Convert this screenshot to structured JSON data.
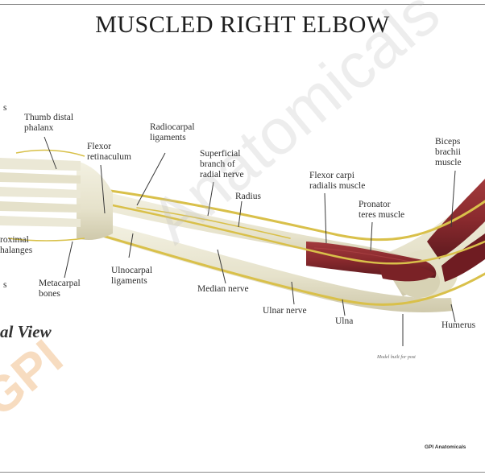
{
  "title": "MUSCLED RIGHT ELBOW",
  "view_label": "al View",
  "labels": {
    "top_left_fragment": [
      "s"
    ],
    "thumb_distal_phalanx": [
      "Thumb distal",
      "phalanx"
    ],
    "flexor_retinaculum": [
      "Flexor",
      "retinaculum"
    ],
    "radiocarpal_ligaments": [
      "Radiocarpal",
      "ligaments"
    ],
    "superficial_branch": [
      "Superficial",
      "branch of",
      "radial nerve"
    ],
    "radius": [
      "Radius"
    ],
    "flexor_carpi_radialis": [
      "Flexor carpi",
      "radialis muscle"
    ],
    "pronator_teres": [
      "Pronator",
      "teres muscle"
    ],
    "biceps_brachii": [
      "Biceps",
      "brachii",
      "muscle"
    ],
    "proximal_phalanges": [
      "roximal",
      "halanges"
    ],
    "ulnocarpal_ligaments": [
      "Ulnocarpal",
      "ligaments"
    ],
    "metacarpal_bones": [
      "Metacarpal",
      "bones"
    ],
    "left_fragment": [
      "s"
    ],
    "median_nerve": [
      "Median nerve"
    ],
    "ulnar_nerve": [
      "Ulnar nerve"
    ],
    "ulna": [
      "Ulna"
    ],
    "humerus": [
      "Humerus"
    ]
  },
  "note": "Model built for post",
  "brand": "GPI Anatomicals",
  "watermark": {
    "logo": "GPI",
    "text": "Anatomicals"
  },
  "colors": {
    "bone": "#e9e6d2",
    "bone_shadow": "#d4cfb4",
    "muscle": "#8e2b2f",
    "muscle_dark": "#6f1c22",
    "nerve": "#d8c048",
    "watermark_orange": "#f2c08e",
    "leader": "#3a3a3a"
  }
}
